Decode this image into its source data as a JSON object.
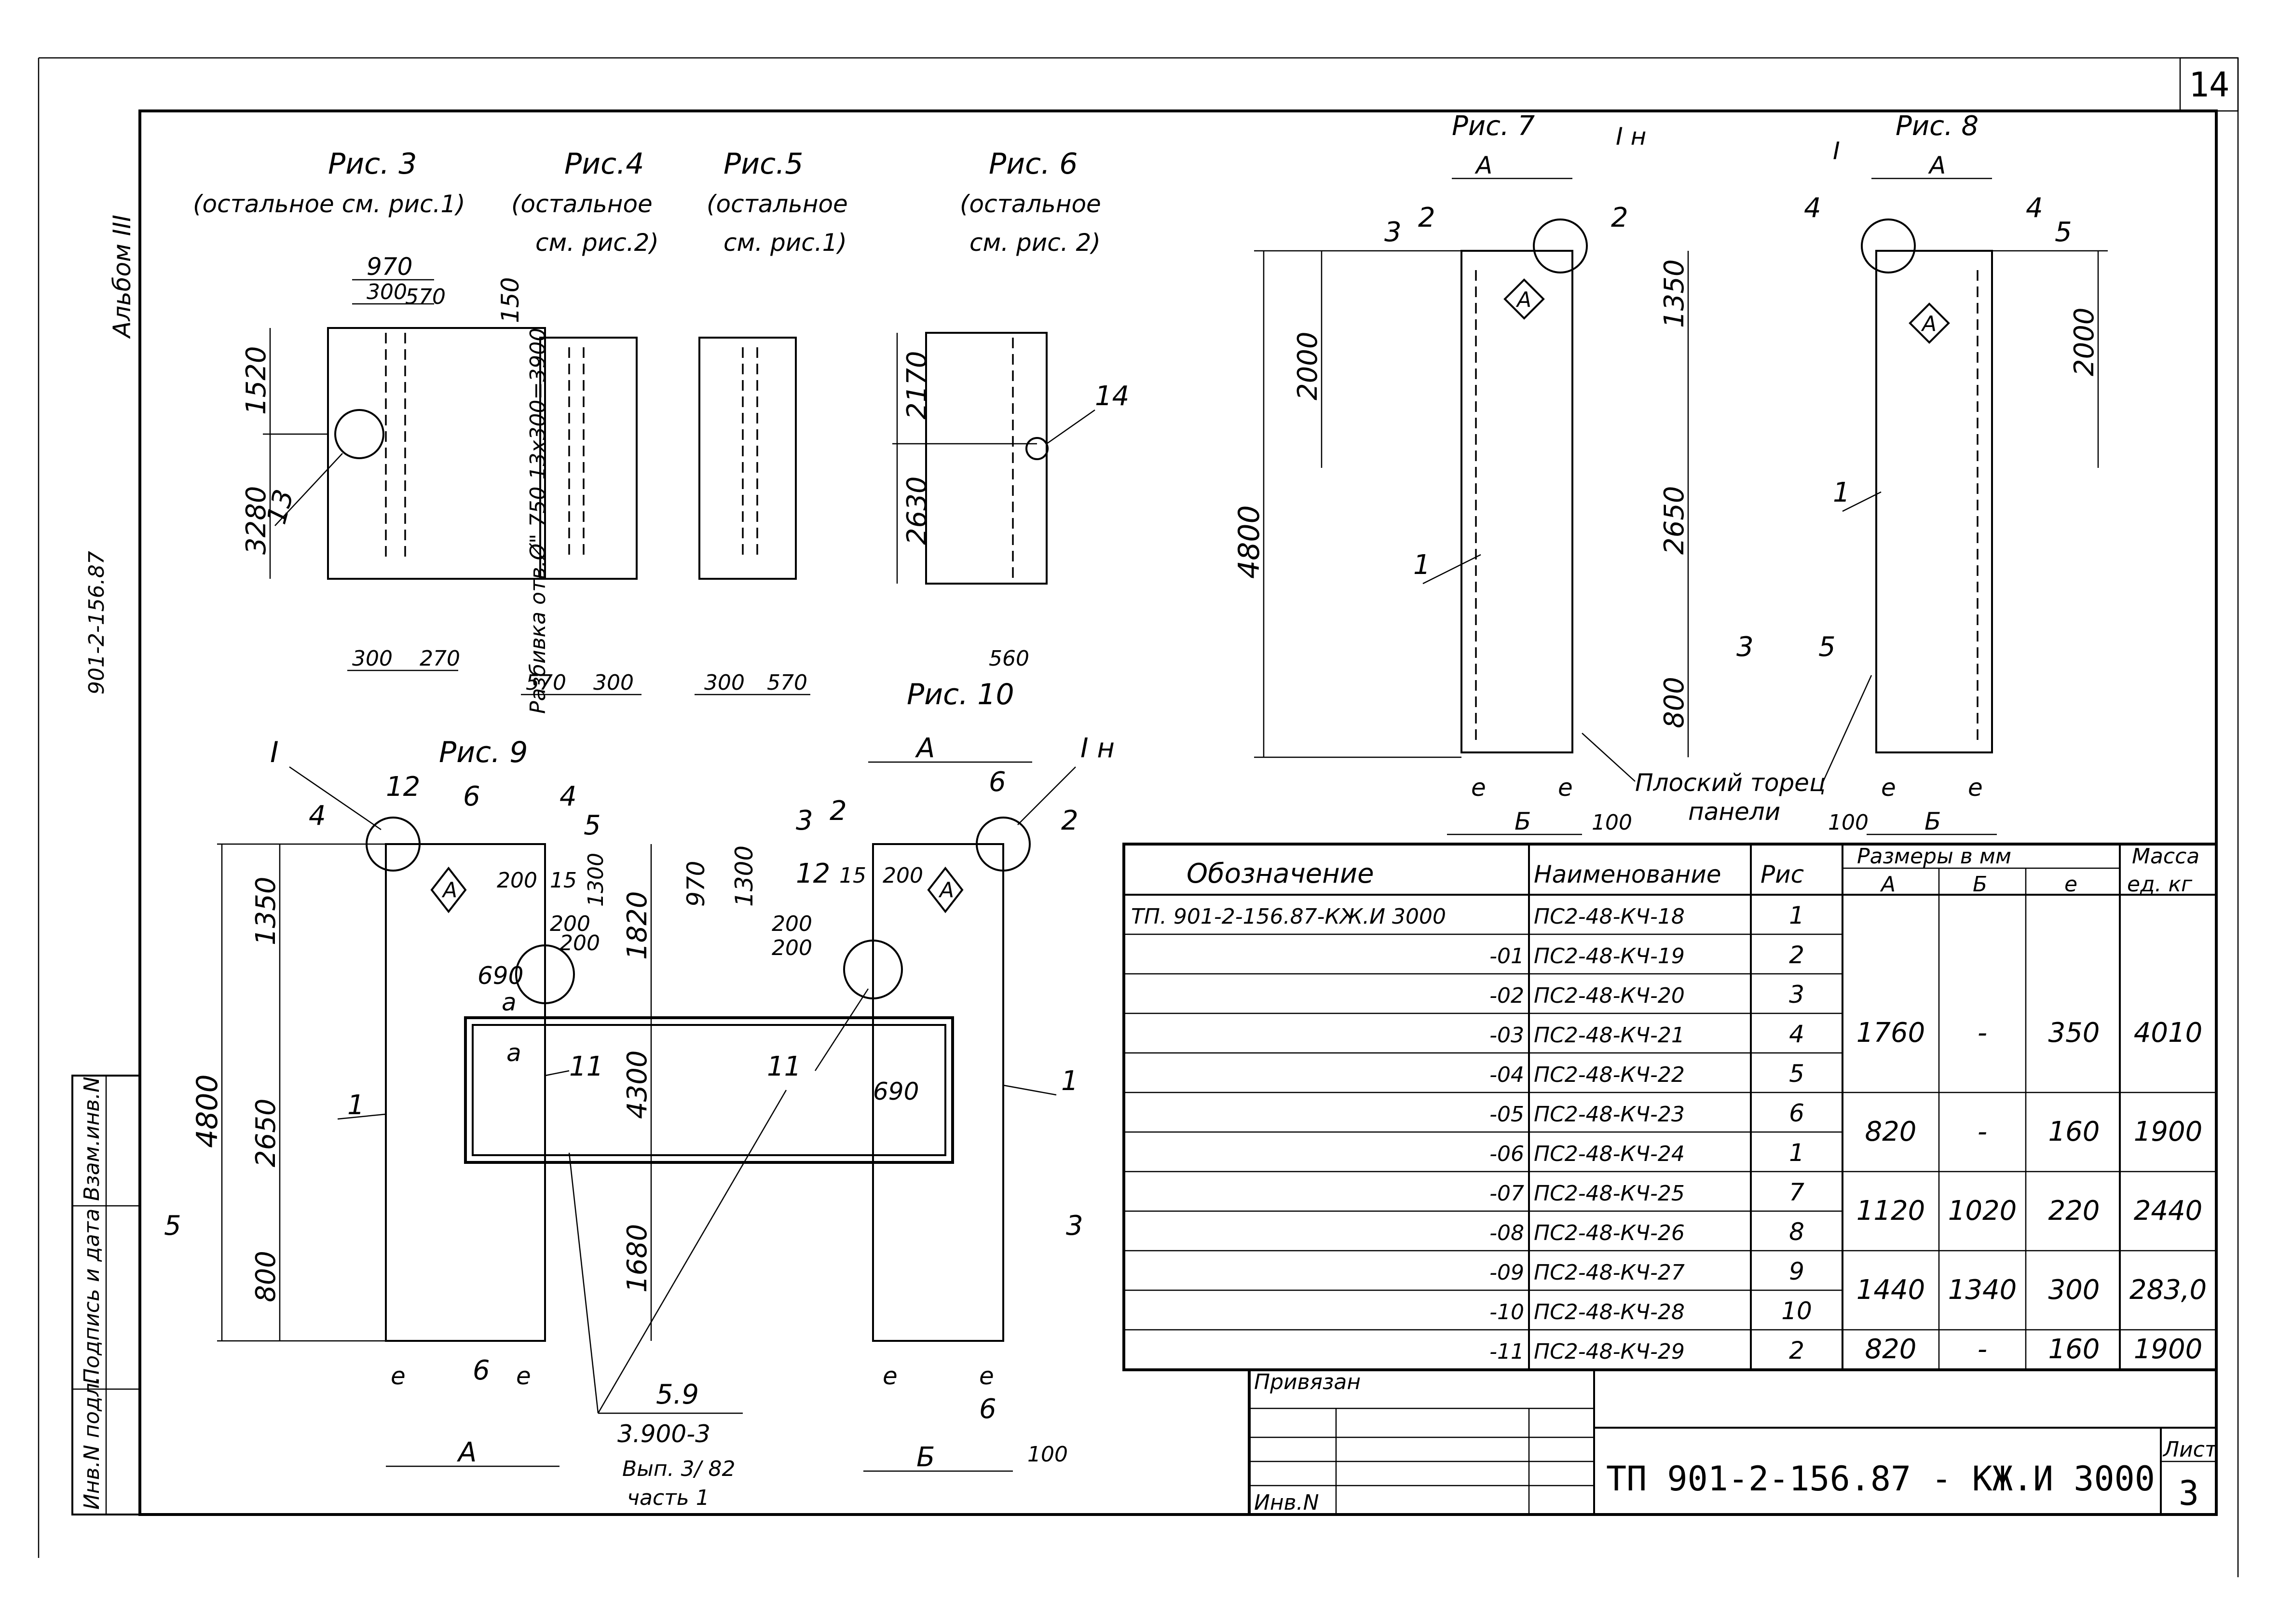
{
  "sheet_number": "14",
  "album": "Альбом III",
  "series_code": "901-2-156.87",
  "side_stamp": [
    "Инв.N подл.",
    "Подпись и дата",
    "Взам.инв.N"
  ],
  "figures": {
    "fig3": {
      "title": "Рис. 3",
      "note": "(остальное см. рис.1)"
    },
    "fig4": {
      "title": "Рис.4",
      "note1": "(остальное",
      "note2": "см. рис.2)"
    },
    "fig5": {
      "title": "Рис.5",
      "note1": "(остальное",
      "note2": "см. рис.1)"
    },
    "fig6": {
      "title": "Рис. 6",
      "note1": "(остальное",
      "note2": "см. рис. 2)"
    },
    "fig7": {
      "title": "Рис. 7"
    },
    "fig8": {
      "title": "Рис. 8"
    },
    "fig9": {
      "title": "Рис. 9"
    },
    "fig10": {
      "title": "Рис. 10"
    }
  },
  "dims": {
    "d970": "970",
    "d300": "300",
    "d570": "570",
    "d150": "150",
    "d1520": "1520",
    "d3280": "3280",
    "d13": "13",
    "d270": "270",
    "breakdown": "Разбивка отв.Ø\" 750  13х300=3900",
    "d2170": "2170",
    "d2630": "2630",
    "d14": "14",
    "d560": "560",
    "d4800": "4800",
    "d2000": "2000",
    "d1350": "1350",
    "d2650": "2650",
    "d800": "800",
    "d100": "100",
    "dA": "А",
    "dB": "Б",
    "de": "е",
    "d1": "1",
    "flat_end": "Плоский торец",
    "panel": "панели",
    "d1820": "1820",
    "d1300": "1300",
    "d200": "200",
    "d15": "15",
    "d12": "12",
    "d690": "690",
    "d4300": "4300",
    "d1680": "1680",
    "d11": "11",
    "da": "а",
    "ref1": "5.9",
    "ref2": "3.900-3",
    "ref3": "Вып. 3/ 82",
    "ref4": "часть 1",
    "sec_I": "I",
    "sec_In": "I н",
    "markA": "А",
    "m2": "2",
    "m3": "3",
    "m4": "4",
    "m5": "5",
    "m6": "6"
  },
  "table": {
    "headers": {
      "designation": "Обозначение",
      "name": "Наименование",
      "fig": "Рис",
      "sizes": "Размеры в мм",
      "A": "А",
      "B": "Б",
      "e": "е",
      "mass": "Масса",
      "mass_unit": "ед. кг"
    },
    "rows": [
      {
        "des": "ТП. 901-2-156.87-КЖ.И 3000",
        "name": "ПС2-48-КЧ-18",
        "fig": "1"
      },
      {
        "des": "-01",
        "name": "ПС2-48-КЧ-19",
        "fig": "2"
      },
      {
        "des": "-02",
        "name": "ПС2-48-КЧ-20",
        "fig": "3"
      },
      {
        "des": "-03",
        "name": "ПС2-48-КЧ-21",
        "fig": "4"
      },
      {
        "des": "-04",
        "name": "ПС2-48-КЧ-22",
        "fig": "5"
      },
      {
        "des": "-05",
        "name": "ПС2-48-КЧ-23",
        "fig": "6"
      },
      {
        "des": "-06",
        "name": "ПС2-48-КЧ-24",
        "fig": "1"
      },
      {
        "des": "-07",
        "name": "ПС2-48-КЧ-25",
        "fig": "7"
      },
      {
        "des": "-08",
        "name": "ПС2-48-КЧ-26",
        "fig": "8"
      },
      {
        "des": "-09",
        "name": "ПС2-48-КЧ-27",
        "fig": "9"
      },
      {
        "des": "-10",
        "name": "ПС2-48-КЧ-28",
        "fig": "10"
      },
      {
        "des": "-11",
        "name": "ПС2-48-КЧ-29",
        "fig": "2"
      }
    ],
    "groups": [
      {
        "A": "1760",
        "B": "-",
        "e": "350",
        "mass": "4010"
      },
      {
        "A": "820",
        "B": "-",
        "e": "160",
        "mass": "1900"
      },
      {
        "A": "1120",
        "B": "1020",
        "e": "220",
        "mass": "2440"
      },
      {
        "A": "1440",
        "B": "1340",
        "e": "300",
        "mass": "283,0"
      },
      {
        "A": "820",
        "B": "-",
        "e": "160",
        "mass": "1900"
      }
    ]
  },
  "title_block": {
    "bound": "Привязан",
    "inv": "Инв.N",
    "code": "ТП 901-2-156.87 - КЖ.И 3000",
    "sheet_label": "Лист",
    "sheet": "3"
  }
}
